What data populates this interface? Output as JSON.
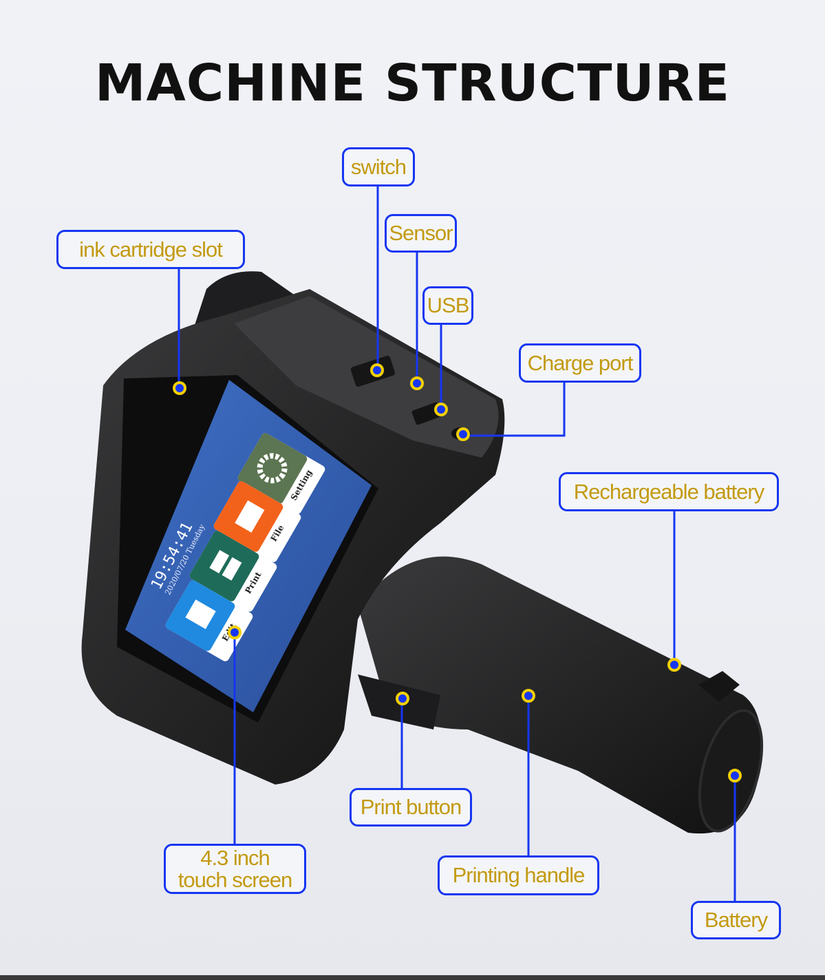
{
  "title": "MACHINE STRUCTURE",
  "colors": {
    "label_border": "#1636f2",
    "label_text": "#c39a12",
    "dot_fill": "#1636f2",
    "dot_ring": "#f2d000"
  },
  "labels": {
    "switch": "switch",
    "sensor": "Sensor",
    "usb": "USB",
    "charge_port": "Charge port",
    "ink_cartridge_slot": "ink cartridge slot",
    "rechargeable_battery": "Rechargeable battery",
    "print_button": "Print button",
    "touch_screen_line1": "4.3 inch",
    "touch_screen_line2": "touch screen",
    "printing_handle": "Printing handle",
    "battery": "Battery"
  },
  "screen": {
    "time": "19:54:41",
    "date": "2020/07/20 Tuesday",
    "apps": [
      "Setting",
      "File",
      "Print",
      "Edit"
    ]
  }
}
